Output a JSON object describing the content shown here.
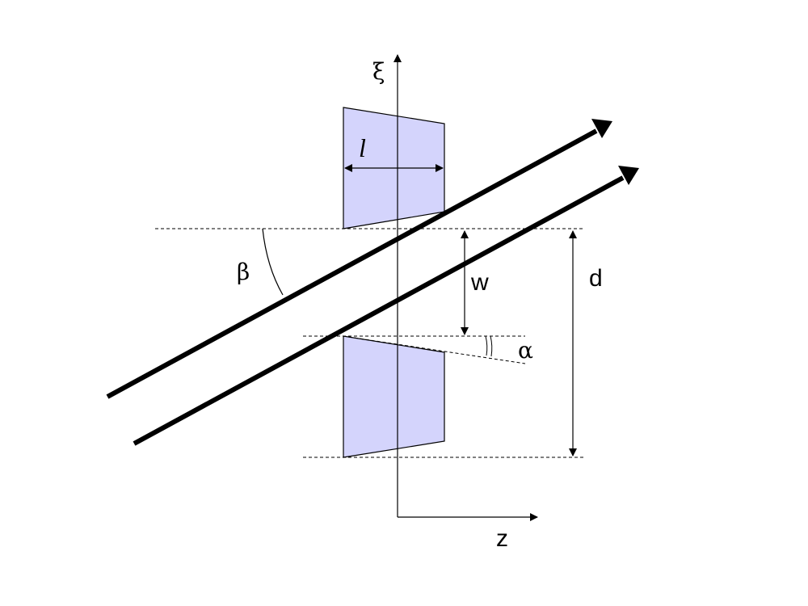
{
  "labels": {
    "xi_axis": "ξ",
    "z_axis": "z",
    "length": "l",
    "beta": "β",
    "width": "w",
    "distance": "d",
    "alpha": "α"
  },
  "colors": {
    "block_fill": "#d4d4fc",
    "line": "#000000",
    "background": "#ffffff"
  }
}
